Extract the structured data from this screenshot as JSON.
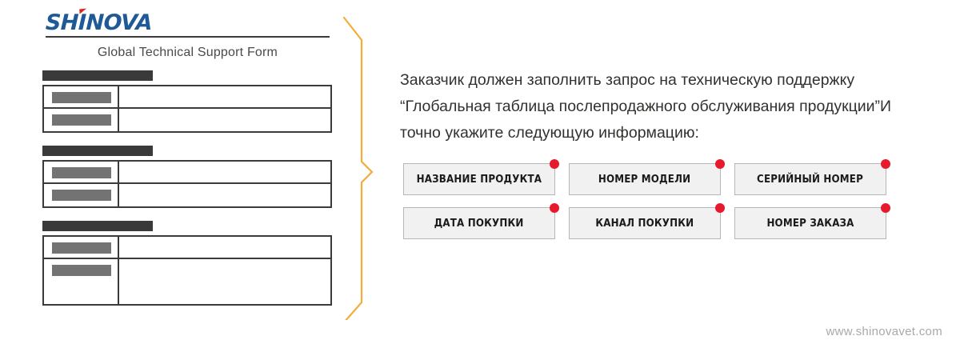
{
  "brand": {
    "logo_text_pre": "SH",
    "logo_text_i": "I",
    "logo_text_post": "NOVA",
    "logo_full": "SHINOVA",
    "logo_color": "#1d5a96",
    "logo_accent_color": "#d9261c"
  },
  "left_panel": {
    "form_title": "Global Technical Support Form",
    "blocks": [
      {
        "header_redacted": true,
        "rows": [
          {
            "label_redacted": true,
            "value": "",
            "tall": false
          },
          {
            "label_redacted": true,
            "value": "",
            "tall": false
          }
        ]
      },
      {
        "header_redacted": true,
        "rows": [
          {
            "label_redacted": true,
            "value": "",
            "tall": false
          },
          {
            "label_redacted": true,
            "value": "",
            "tall": false
          }
        ]
      },
      {
        "header_redacted": true,
        "rows": [
          {
            "label_redacted": true,
            "value": "",
            "tall": false
          },
          {
            "label_redacted": true,
            "value": "",
            "tall": true
          }
        ]
      }
    ]
  },
  "divider": {
    "color": "#f2ad3c",
    "shape": "vertical-line-with-right-pointing-chevron"
  },
  "right_panel": {
    "intro_text": "Заказчик должен заполнить запрос на техническую поддержку “Глобальная таблица послепродажного обслуживания продукции”И точно укажите следующую информацию:",
    "tag_rows": [
      [
        {
          "label": "НАЗВАНИЕ ПРОДУКТА",
          "dot": true
        },
        {
          "label": "НОМЕР МОДЕЛИ",
          "dot": true
        },
        {
          "label": "СЕРИЙНЫЙ НОМЕР",
          "dot": true
        }
      ],
      [
        {
          "label": "ДАТА ПОКУПКИ",
          "dot": true
        },
        {
          "label": "КАНАЛ ПОКУПКИ",
          "dot": true
        },
        {
          "label": "НОМЕР ЗАКАЗА",
          "dot": true
        }
      ]
    ],
    "dot_color": "#e8192c",
    "tag_fill": "#f1f1f1",
    "tag_border": "#b6b6b6"
  },
  "footer": {
    "website": "www.shinovavet.com"
  }
}
